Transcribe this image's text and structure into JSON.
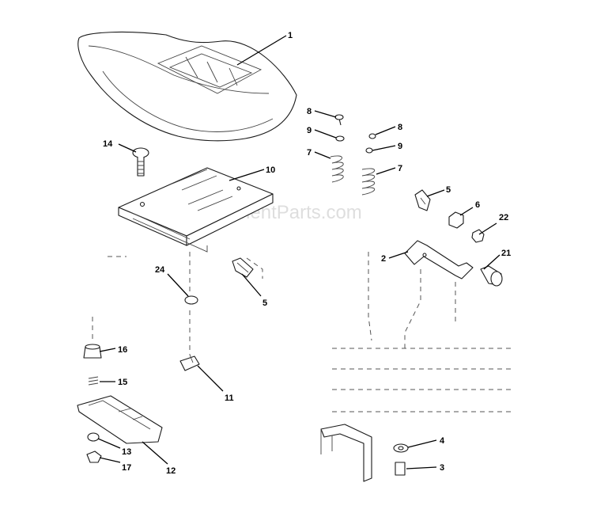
{
  "watermark": "eReplacementParts.com",
  "callouts": {
    "seat": "1",
    "bracket": "2",
    "bolt_bottom": "3",
    "washer_bottom": "4",
    "switch_right": "5",
    "switch_left": "5",
    "nut": "6",
    "spring_left": "7",
    "spring_right": "7",
    "screw_left": "8",
    "screw_right": "8",
    "washer_left": "9",
    "washer_right": "9",
    "seat_pan": "10",
    "pivot_clip": "11",
    "pivot_bracket": "12",
    "spacer": "13",
    "knob_left": "14",
    "spring_small": "15",
    "bushing": "16",
    "nut_bottom": "17",
    "knob_right": "21",
    "nut_right": "22",
    "bushing_small": "24"
  }
}
